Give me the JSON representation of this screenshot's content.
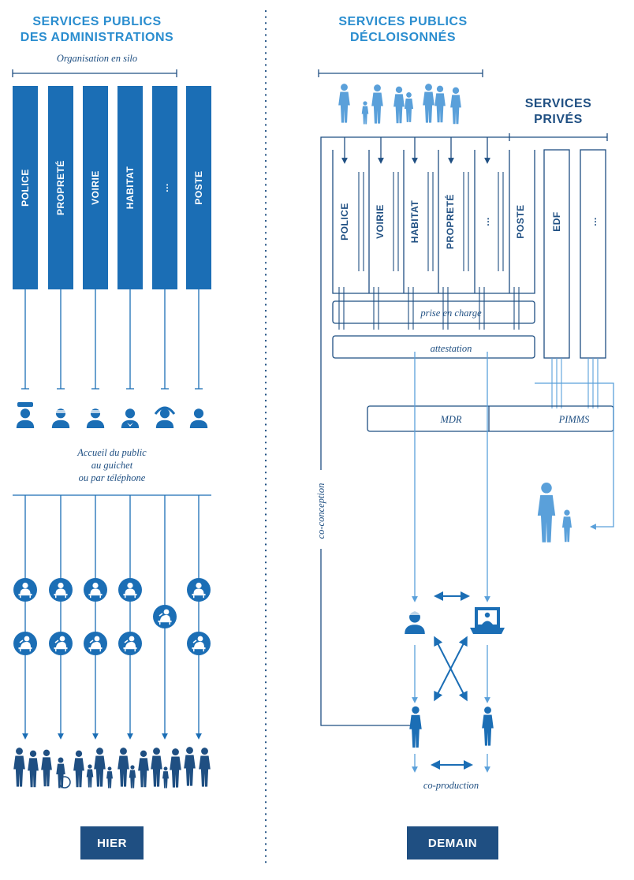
{
  "left": {
    "title_line1": "SERVICES PUBLICS",
    "title_line2": "DES  ADMINISTRATIONS",
    "subtitle": "Organisation en silo",
    "silos": [
      "POLICE",
      "PROPRETÉ",
      "VOIRIE",
      "HABITAT",
      "...",
      "POSTE"
    ],
    "reception_line1": "Accueil du public",
    "reception_line2": "au guichet",
    "reception_line3": "ou par téléphone",
    "footer_button": "HIER"
  },
  "right": {
    "title_line1": "SERVICES PUBLICS",
    "title_line2": "DÉCLOISONNÉS",
    "public_services": [
      "POLICE",
      "VOIRIE",
      "HABITAT",
      "PROPRETÉ",
      "...",
      "POSTE"
    ],
    "private_title_line1": "SERVICES",
    "private_title_line2": "PRIVÉS",
    "private_services": [
      "EDF",
      "..."
    ],
    "prise_en_charge": "prise en charge",
    "attestation": "attestation",
    "mdr": "MDR",
    "pimms": "PIMMS",
    "co_conception": "co-conception",
    "co_production": "co-production",
    "footer_button": "DEMAIN"
  },
  "colors": {
    "dark_blue": "#1f4f82",
    "mid_blue": "#1b6eb5",
    "light_blue": "#5aa0da",
    "title_blue": "#2a8dcf"
  },
  "icons": [
    "police-officer-icon",
    "cleaner-icon",
    "road-worker-icon",
    "housing-agent-icon",
    "phone-operator-icon",
    "postal-agent-icon",
    "desk-agent-icon",
    "agent-at-desk-icon",
    "crowd-icon",
    "family-walking-icon",
    "mother-child-icon",
    "advisor-icon",
    "computer-screen-icon",
    "standing-person-icon"
  ]
}
